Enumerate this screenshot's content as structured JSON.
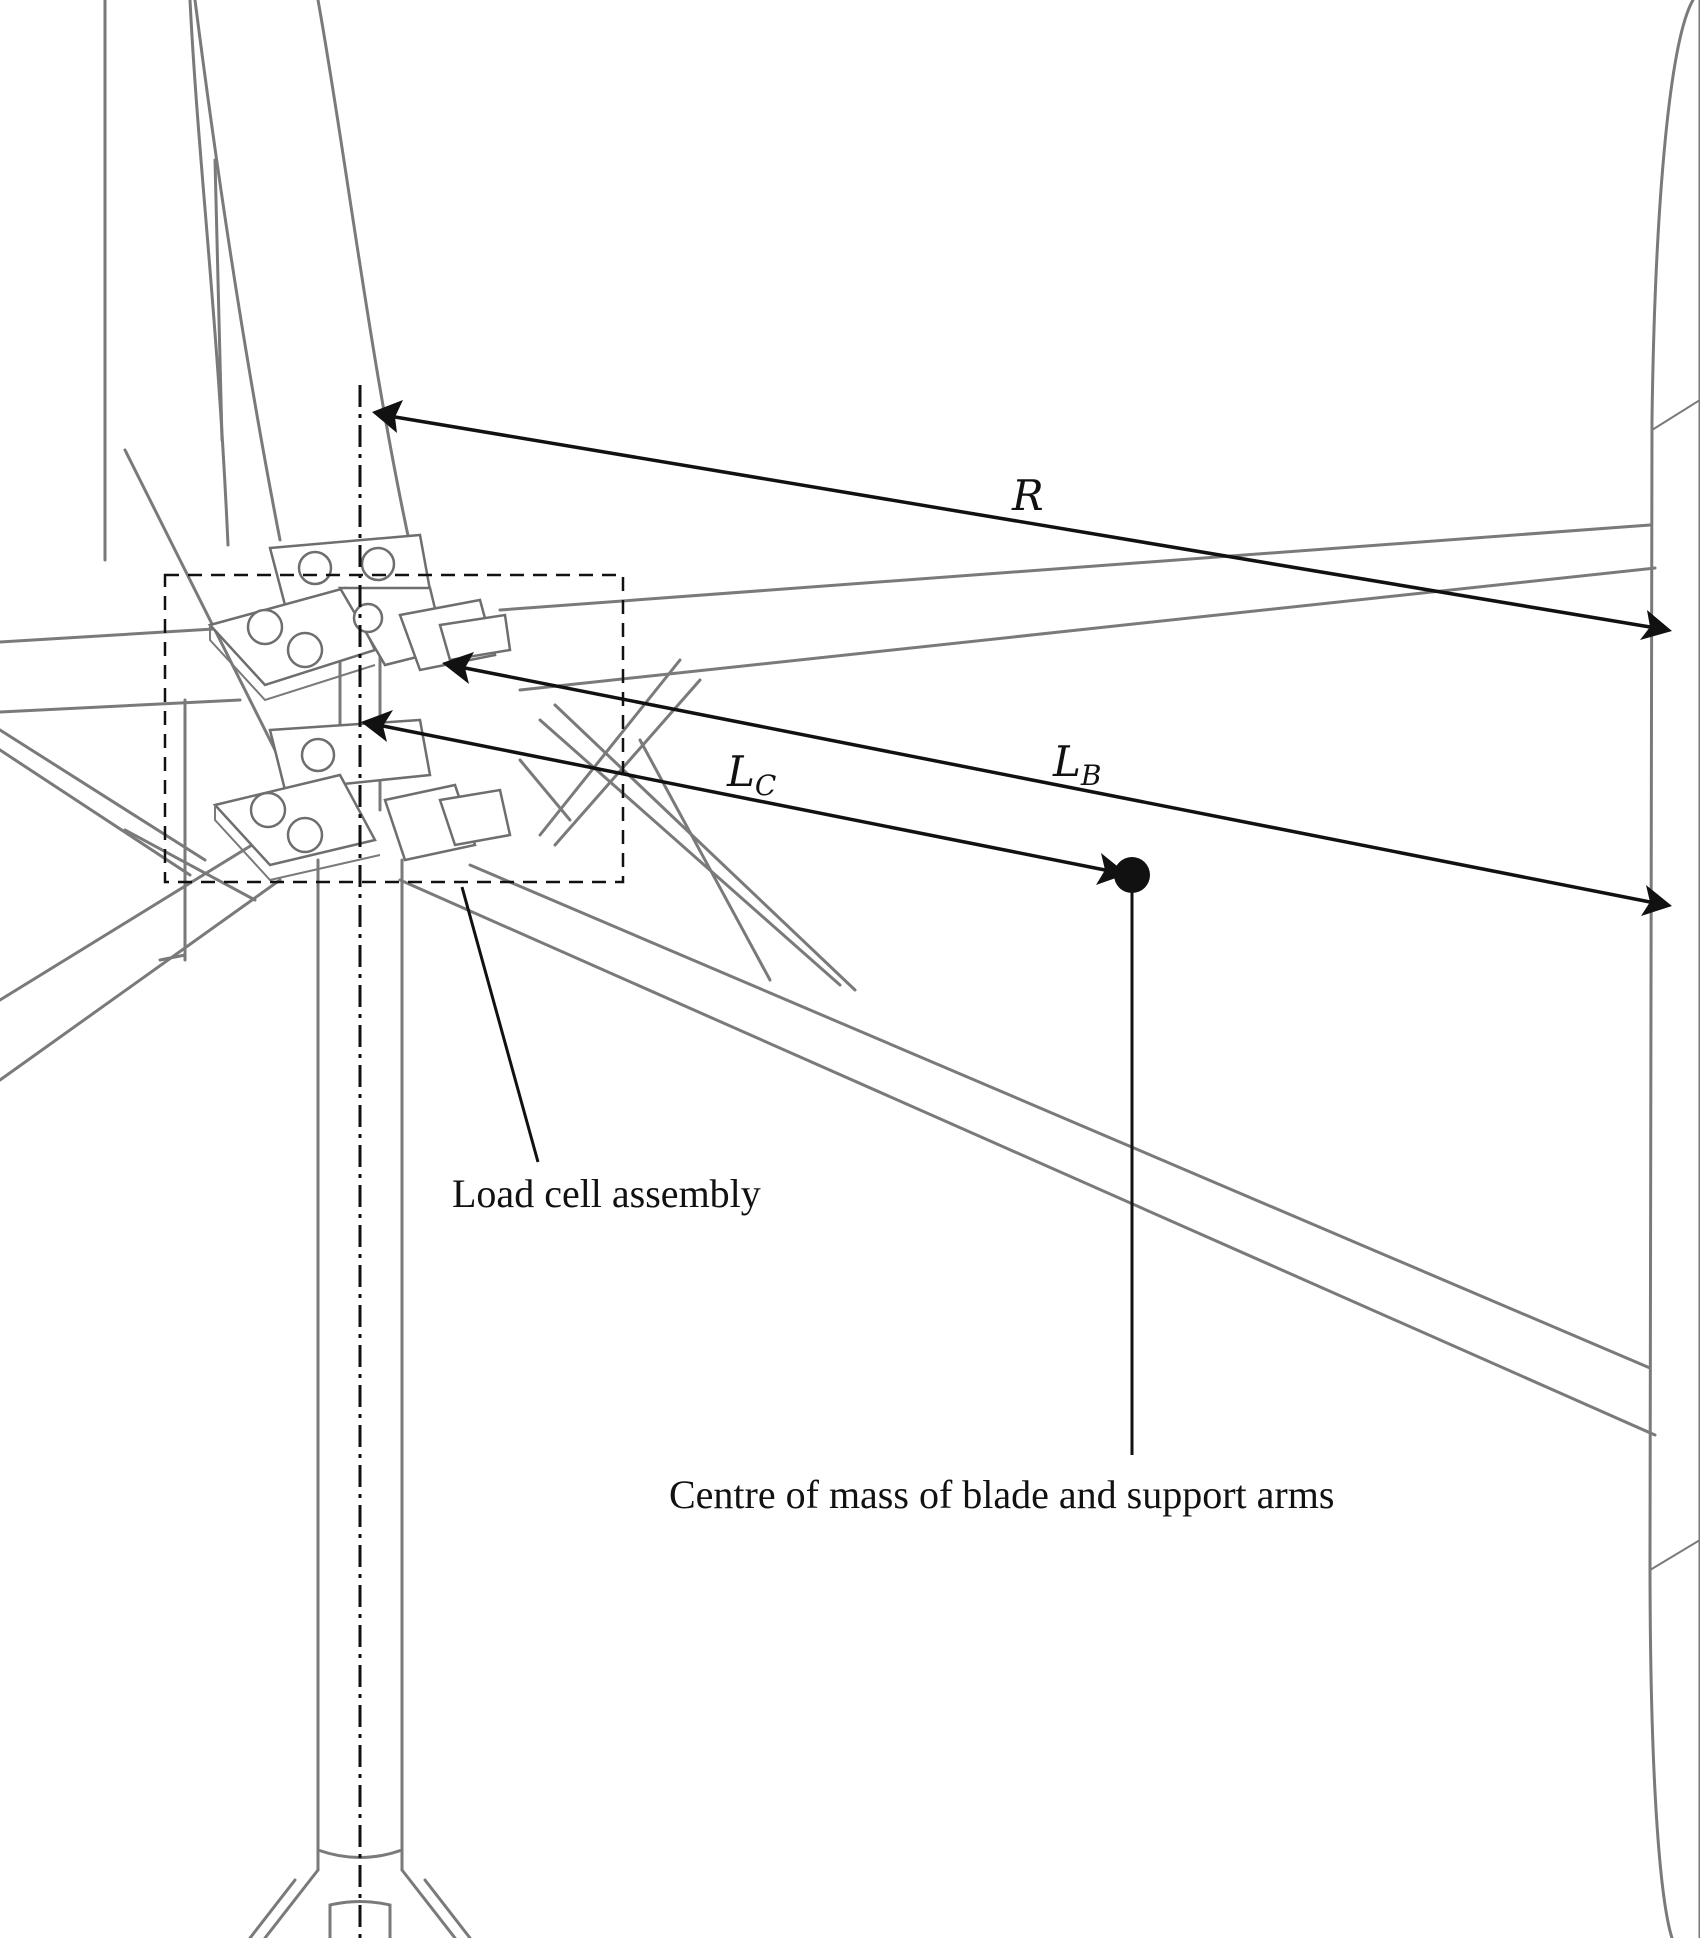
{
  "labels": {
    "R": {
      "main": "R"
    },
    "LC": {
      "main": "L",
      "sub": "C"
    },
    "LB": {
      "main": "L",
      "sub": "B"
    },
    "load_cell": "Load cell assembly",
    "centre_of_mass": "Centre of mass of blade and support arms"
  }
}
